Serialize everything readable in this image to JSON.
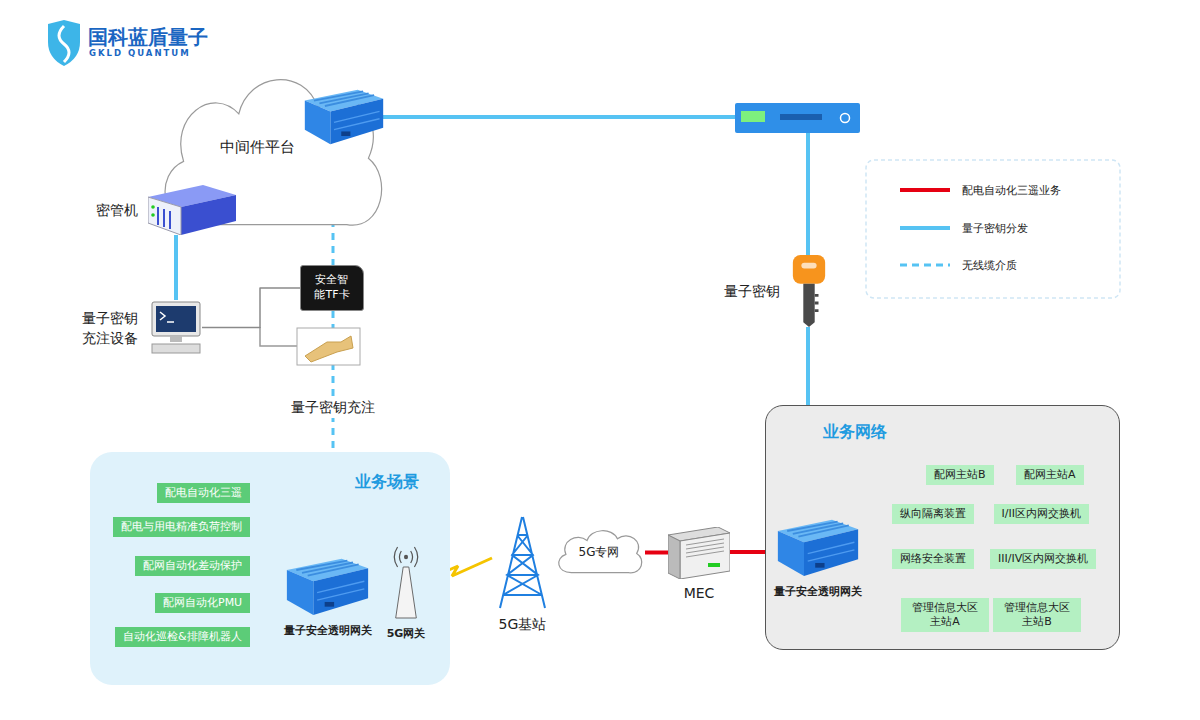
{
  "diagram": {
    "nodes": [
      {
        "text": [
          "中间件平台"
        ]
      },
      {
        "text": [
          "密管机"
        ]
      },
      {
        "text": [
          "量子密钥 充注设备"
        ]
      },
      {
        "text": [
          "安全智 能TF卡"
        ]
      },
      {
        "text": [
          "量子密钥"
        ]
      },
      {
        "text": [
          "业务场景"
        ]
      },
      {
        "text": [
          "配电自动化三遥"
        ],
        "in": 5
      },
      {
        "text": [
          "配电与用电精准负荷控制"
        ],
        "in": 5
      },
      {
        "text": [
          "配网自动化差动保护"
        ],
        "in": 5
      },
      {
        "text": [
          "配网自动化PMU"
        ],
        "in": 5
      },
      {
        "text": [
          "自动化巡检&排障机器人"
        ],
        "in": 5
      },
      {
        "text": [
          "量子安全透明网关"
        ],
        "in": 5
      },
      {
        "text": [
          "5G网关"
        ],
        "in": 5
      },
      {
        "text": [
          "5G基站"
        ]
      },
      {
        "text": [
          "5G专网"
        ]
      },
      {
        "text": [
          "MEC"
        ]
      },
      {
        "text": [
          "业务网络"
        ]
      },
      {
        "text": [
          "量子安全透明网关"
        ],
        "in": 16
      },
      {
        "text": [
          "纵向隔离装置"
        ],
        "in": 16
      },
      {
        "text": [
          "I/II区内网交换机"
        ],
        "in": 16
      },
      {
        "text": [
          "配网主站B"
        ],
        "in": 16
      },
      {
        "text": [
          "配网主站A"
        ],
        "in": 16
      },
      {
        "text": [
          "网络安全装置"
        ],
        "in": 16
      },
      {
        "text": [
          "III/IV区内网交换机"
        ],
        "in": 16
      },
      {
        "text": [
          "管理信息大区 主站A"
        ],
        "in": 16
      },
      {
        "text": [
          "管理信息大区 主站B"
        ],
        "in": 16
      }
    ],
    "edges": [
      {
        "from": 1,
        "to": 2,
        "arrow": "none"
      },
      {
        "from": 2,
        "to": 3,
        "arrow": "none"
      },
      {
        "from": 0,
        "to": 4,
        "arrow": "none"
      },
      {
        "from": 4,
        "to": 17,
        "arrow": "none"
      },
      {
        "from": 0,
        "to": 11,
        "label": "量子密钥充注",
        "arrow": "none"
      },
      {
        "from": 6,
        "to": 11,
        "arrow": "none"
      },
      {
        "from": 7,
        "to": 11,
        "arrow": "none"
      },
      {
        "from": 8,
        "to": 11,
        "arrow": "none"
      },
      {
        "from": 9,
        "to": 11,
        "arrow": "none"
      },
      {
        "from": 10,
        "to": 11,
        "arrow": "none"
      },
      {
        "from": 11,
        "to": 12,
        "arrow": "none"
      },
      {
        "from": 14,
        "to": 15,
        "arrow": "none"
      },
      {
        "from": 15,
        "to": 17,
        "arrow": "none"
      },
      {
        "from": 17,
        "to": 18,
        "arrow": "none"
      },
      {
        "from": 18,
        "to": 19,
        "arrow": "none"
      },
      {
        "from": 20,
        "to": 19,
        "arrow": "none"
      },
      {
        "from": 21,
        "to": 19,
        "arrow": "none"
      },
      {
        "from": 17,
        "to": 22,
        "arrow": "none"
      },
      {
        "from": 22,
        "to": 23,
        "arrow": "none"
      },
      {
        "from": 23,
        "to": 24,
        "arrow": "none"
      },
      {
        "from": 23,
        "to": 25,
        "arrow": "none"
      }
    ],
    "labels": [
      "国科蓝盾量子",
      "GKLD QUANTUM"
    ],
    "legend": [
      {
        "text": "配电自动化三遥业务",
        "color": "#e60012"
      },
      {
        "text": "量子密钥分发",
        "color": "#56c3f3"
      },
      {
        "text": "无线缆介质"
      }
    ]
  }
}
